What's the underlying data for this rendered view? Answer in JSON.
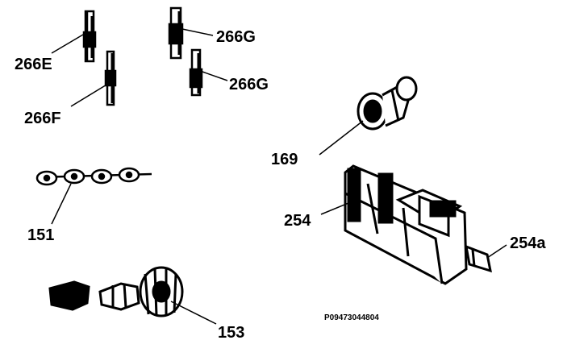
{
  "diagram": {
    "figure_code": "P09473044804",
    "callouts": {
      "p266E": "266E",
      "p266F": "266F",
      "p266G_top": "266G",
      "p266G_mid": "266G",
      "p151": "151",
      "p153": "153",
      "p169": "169",
      "p254": "254",
      "p254a": "254a"
    },
    "colors": {
      "ink": "#000000",
      "paper": "#ffffff"
    }
  }
}
